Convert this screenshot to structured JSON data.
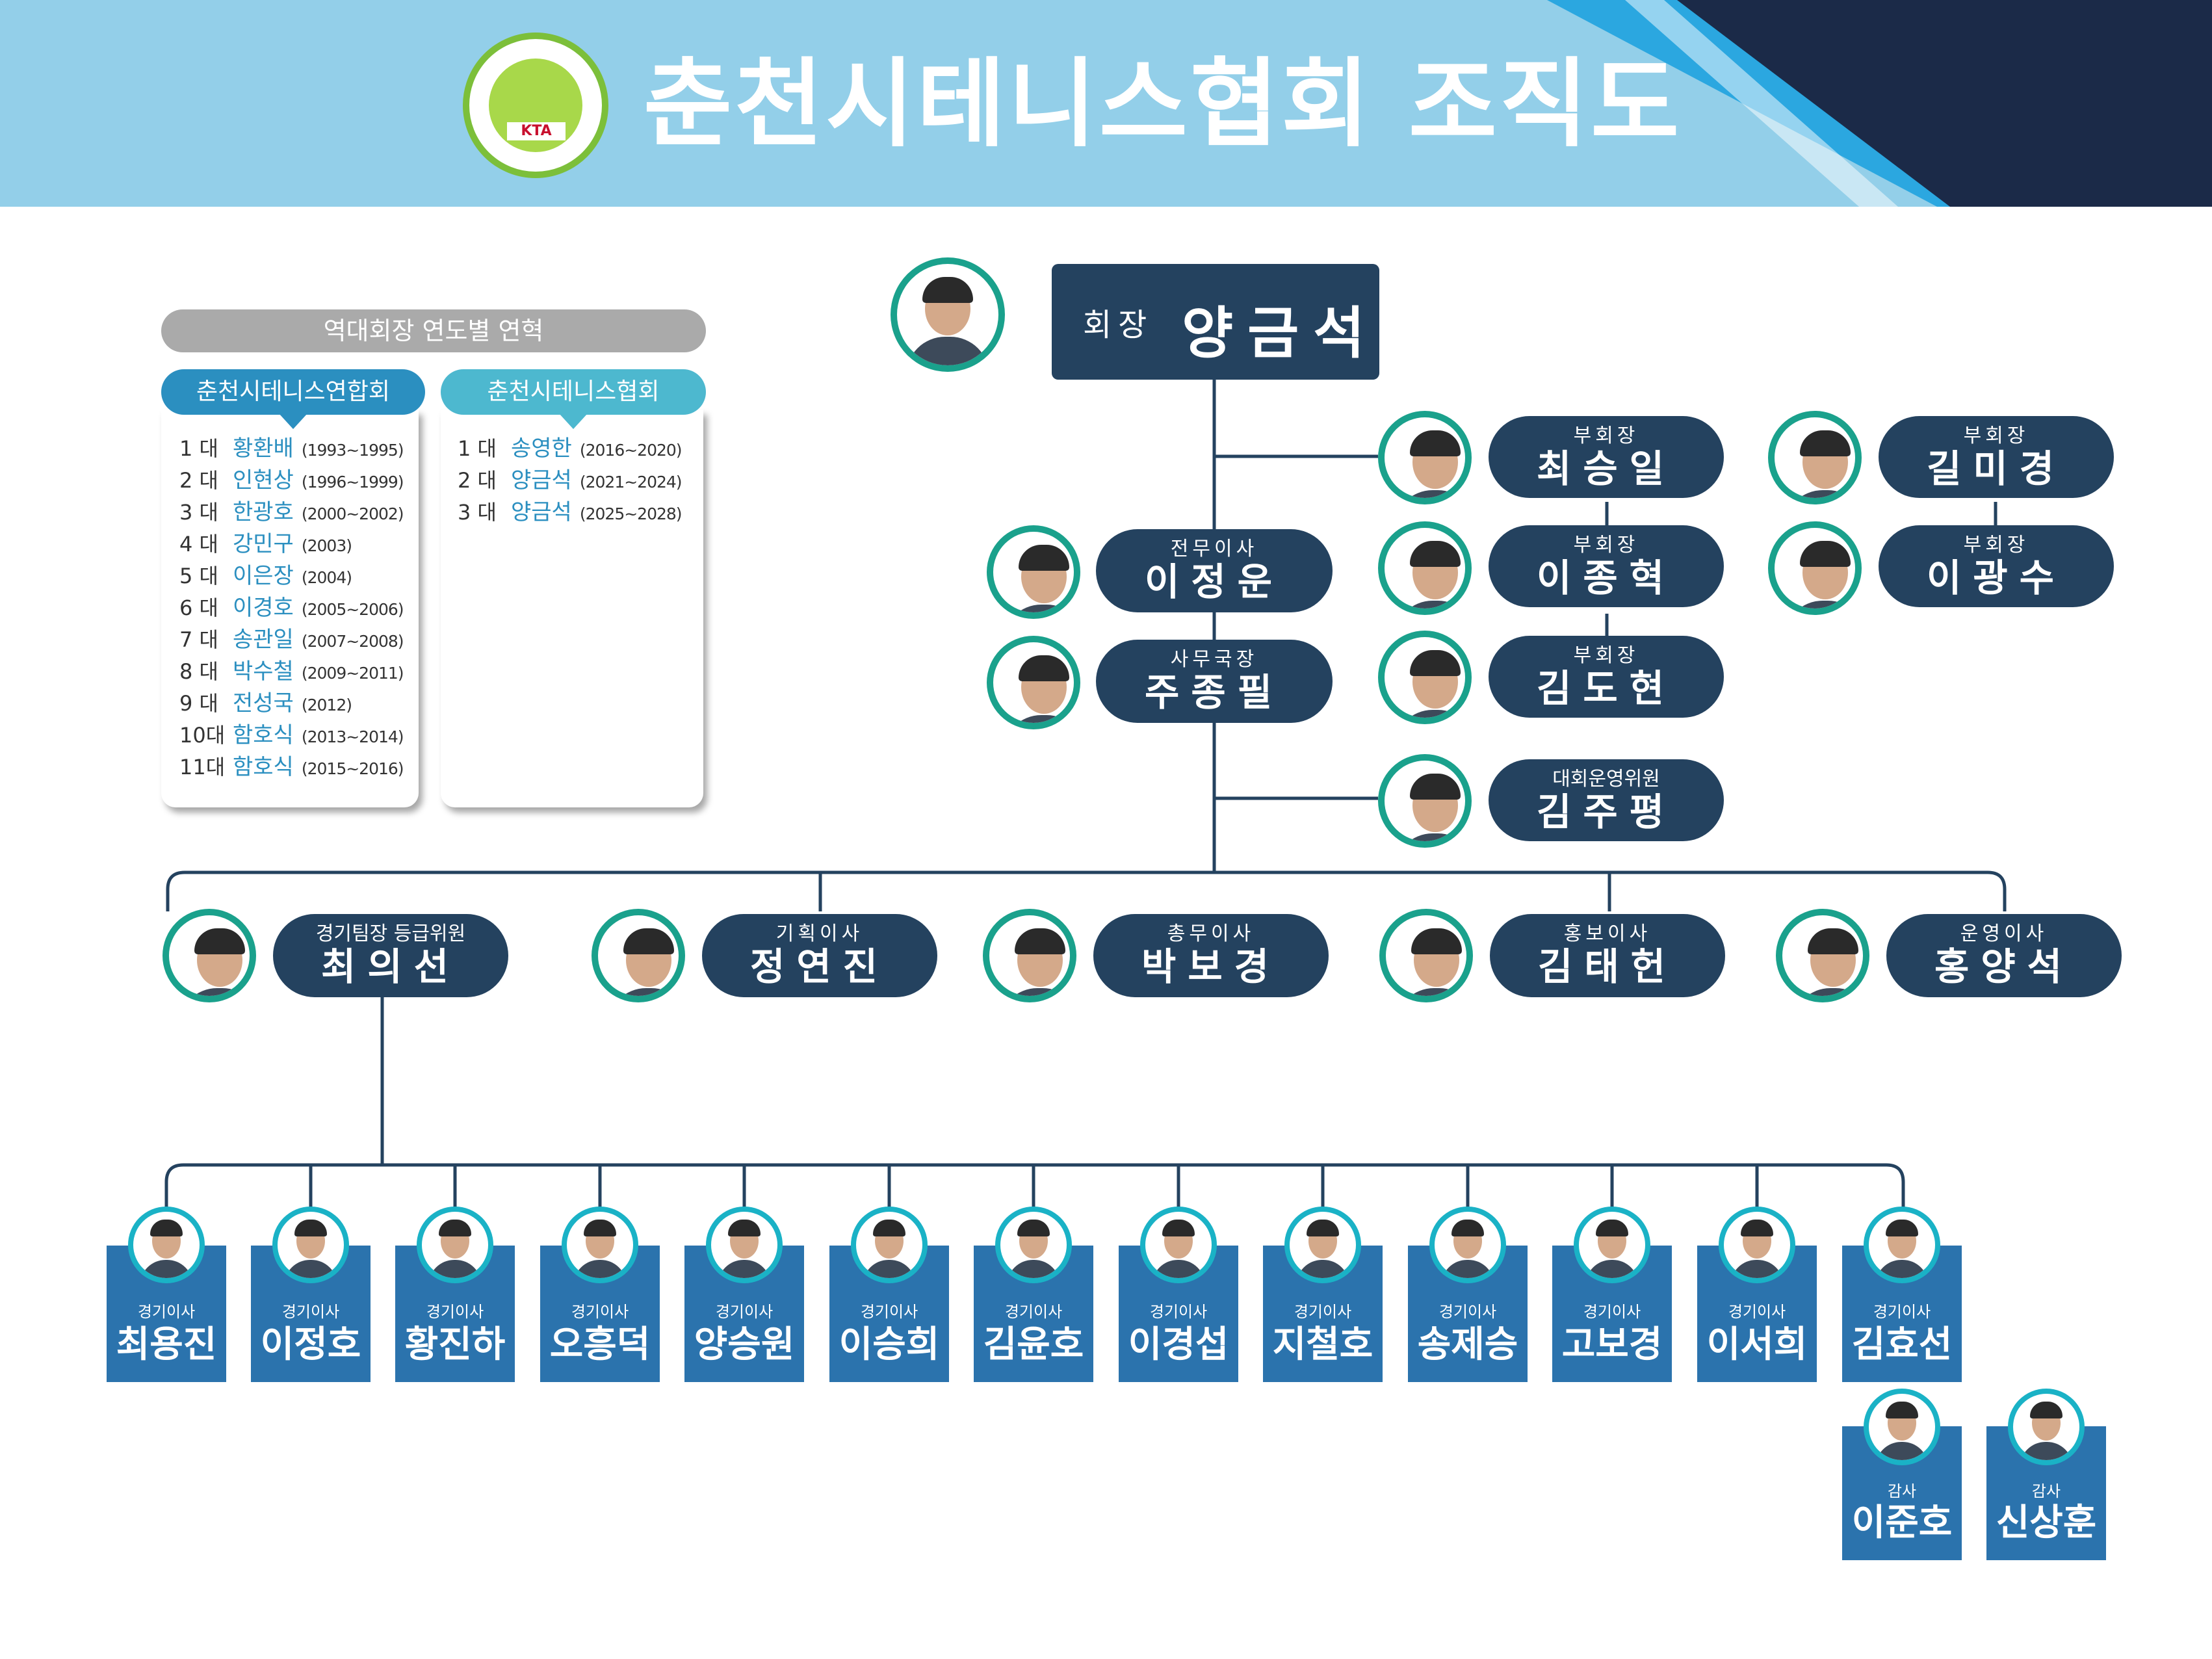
{
  "header": {
    "title": "춘천시테니스협회 조직도",
    "logo_text": "KTA"
  },
  "colors": {
    "header_bg": "#93cfe9",
    "header_navy": "#1b2a48",
    "header_blue": "#2ba7e0",
    "node_navy": "#24425f",
    "member_blue": "#2b73ad",
    "photo_ring": "#1aa18c",
    "history_teal": "#2b8fc0"
  },
  "history": {
    "title": "역대회장 연도별 연혁",
    "federation": {
      "name": "춘천시테니스연합회",
      "entries": [
        {
          "ord": "1 대",
          "name": "황환배",
          "years": "(1993~1995)"
        },
        {
          "ord": "2 대",
          "name": "인현상",
          "years": "(1996~1999)"
        },
        {
          "ord": "3 대",
          "name": "한광호",
          "years": "(2000~2002)"
        },
        {
          "ord": "4 대",
          "name": "강민구",
          "years": "(2003)"
        },
        {
          "ord": "5 대",
          "name": "이은장",
          "years": "(2004)"
        },
        {
          "ord": "6 대",
          "name": "이경호",
          "years": "(2005~2006)"
        },
        {
          "ord": "7 대",
          "name": "송관일",
          "years": "(2007~2008)"
        },
        {
          "ord": "8 대",
          "name": "박수철",
          "years": "(2009~2011)"
        },
        {
          "ord": "9 대",
          "name": "전성국",
          "years": "(2012)"
        },
        {
          "ord": "10대",
          "name": "함호식",
          "years": "(2013~2014)"
        },
        {
          "ord": "11대",
          "name": "함호식",
          "years": "(2015~2016)"
        }
      ]
    },
    "association": {
      "name": "춘천시테니스협회",
      "entries": [
        {
          "ord": "1 대",
          "name": "송영한",
          "years": "(2016~2020)"
        },
        {
          "ord": "2 대",
          "name": "양금석",
          "years": "(2021~2024)"
        },
        {
          "ord": "3 대",
          "name": "양금석",
          "years": "(2025~2028)"
        }
      ]
    }
  },
  "president": {
    "role": "회장",
    "name": "양금석"
  },
  "officers": {
    "vp1": {
      "role": "부회장",
      "name": "최승일"
    },
    "vp2": {
      "role": "부회장",
      "name": "이종혁"
    },
    "vp3": {
      "role": "부회장",
      "name": "김도현"
    },
    "vp4": {
      "role": "부회장",
      "name": "길미경"
    },
    "vp5": {
      "role": "부회장",
      "name": "이광수"
    },
    "managing": {
      "role": "전무이사",
      "name": "이정운"
    },
    "secretary": {
      "role": "사무국장",
      "name": "주종필"
    },
    "tournament": {
      "role": "대회운영위원",
      "name": "김주평"
    }
  },
  "directors": [
    {
      "role": "경기팀장 등급위원",
      "name": "최의선"
    },
    {
      "role": "기획이사",
      "name": "정연진"
    },
    {
      "role": "총무이사",
      "name": "박보경"
    },
    {
      "role": "홍보이사",
      "name": "김태헌"
    },
    {
      "role": "운영이사",
      "name": "홍양석"
    }
  ],
  "members": [
    {
      "role": "경기이사",
      "name": "최용진"
    },
    {
      "role": "경기이사",
      "name": "이정호"
    },
    {
      "role": "경기이사",
      "name": "황진하"
    },
    {
      "role": "경기이사",
      "name": "오흥덕"
    },
    {
      "role": "경기이사",
      "name": "양승원"
    },
    {
      "role": "경기이사",
      "name": "이승희"
    },
    {
      "role": "경기이사",
      "name": "김윤호"
    },
    {
      "role": "경기이사",
      "name": "이경섭"
    },
    {
      "role": "경기이사",
      "name": "지철호"
    },
    {
      "role": "경기이사",
      "name": "송제승"
    },
    {
      "role": "경기이사",
      "name": "고보경"
    },
    {
      "role": "경기이사",
      "name": "이서희"
    },
    {
      "role": "경기이사",
      "name": "김효선"
    }
  ],
  "auditors": [
    {
      "role": "감사",
      "name": "이준호"
    },
    {
      "role": "감사",
      "name": "신상훈"
    }
  ]
}
